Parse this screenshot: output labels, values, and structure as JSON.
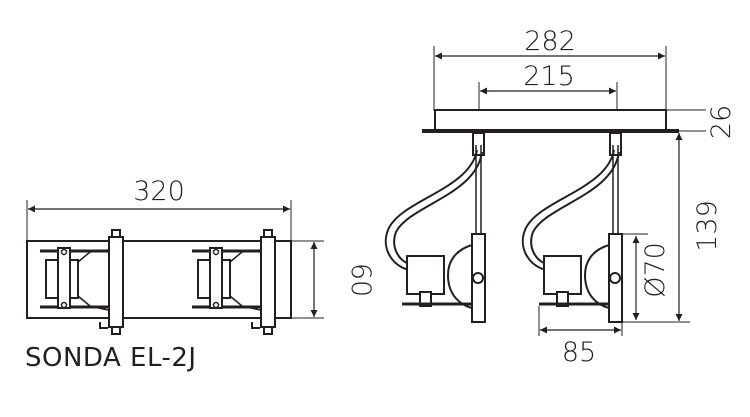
{
  "product": {
    "name": "SONDA EL-2J"
  },
  "top_view": {
    "width_dimension": "320",
    "height_dimension": "60"
  },
  "side_view": {
    "overall_width": "282",
    "mount_spacing": "215",
    "base_thickness": "26",
    "total_height": "139",
    "lamp_diameter": "Ø70",
    "lamp_depth": "85"
  },
  "colors": {
    "line": "#231f20",
    "background": "#ffffff"
  }
}
